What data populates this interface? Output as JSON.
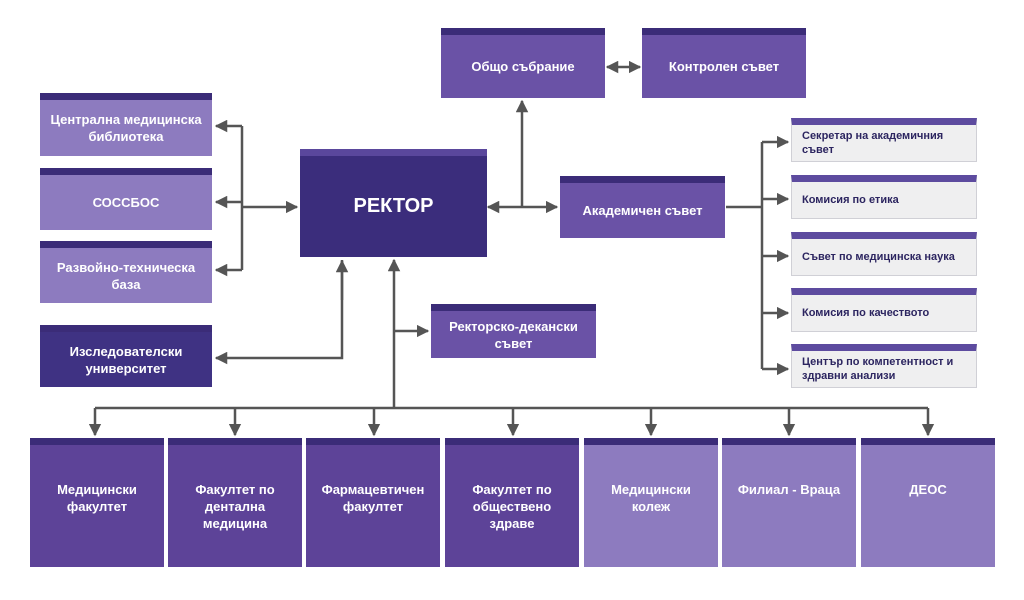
{
  "colors": {
    "dark": "#3f3283",
    "mid": "#6a52a6",
    "light": "#8d7bbf",
    "right_panel_bg": "#efeff0",
    "connector": "#555555"
  },
  "rector": "РЕКТОР",
  "top": {
    "general_assembly": "Общо събрание",
    "control_council": "Контролен съвет"
  },
  "left": {
    "library": "Централна медицинска\nбиблиотека",
    "sossbos": "СОССБОС",
    "dev_base": "Развойно-техническа\nбаза",
    "research_university": "Изследователски\nуниверситет"
  },
  "academic_council": "Академичен съвет",
  "rector_deans_council": "Ректорско-декански\nсъвет",
  "right": [
    "Секретар на академичния\nсъвет",
    "Комисия по етика",
    "Съвет по медицинска наука",
    "Комисия по качеството",
    "Център по компетентност и\nздравни анализи"
  ],
  "faculties": [
    "Медицински\nфакултет",
    "Факултет по\nдентална\nмедицина",
    "Фармацевтичен\nфакултет",
    "Факултет по\nобществено\nздраве",
    "Медицински\nколеж",
    "Филиал - Враца",
    "ДЕОС"
  ]
}
